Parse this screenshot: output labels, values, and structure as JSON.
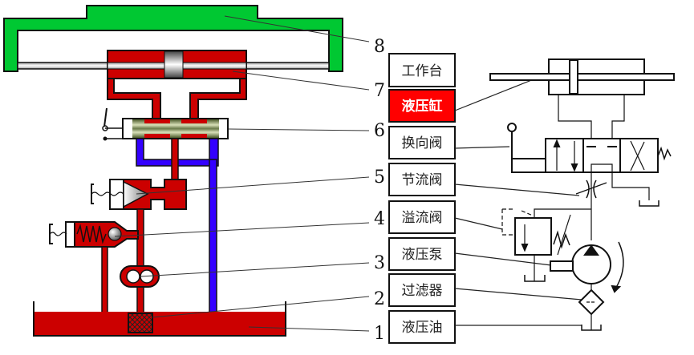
{
  "title": "液压系统组成示意图",
  "colors": {
    "table": "#00c832",
    "pressure_oil": "#cc0000",
    "return_oil": "#3300ff",
    "highlight_box": "#ff0000",
    "outline": "#111111"
  },
  "components": [
    {
      "number": "8",
      "label": "工作台",
      "highlighted": false
    },
    {
      "number": "7",
      "label": "液压缸",
      "highlighted": true
    },
    {
      "number": "6",
      "label": "换向阀",
      "highlighted": false
    },
    {
      "number": "5",
      "label": "节流阀",
      "highlighted": false
    },
    {
      "number": "4",
      "label": "溢流阀",
      "highlighted": false
    },
    {
      "number": "3",
      "label": "液压泵",
      "highlighted": false
    },
    {
      "number": "2",
      "label": "过滤器",
      "highlighted": false
    },
    {
      "number": "1",
      "label": "液压油",
      "highlighted": false
    }
  ]
}
